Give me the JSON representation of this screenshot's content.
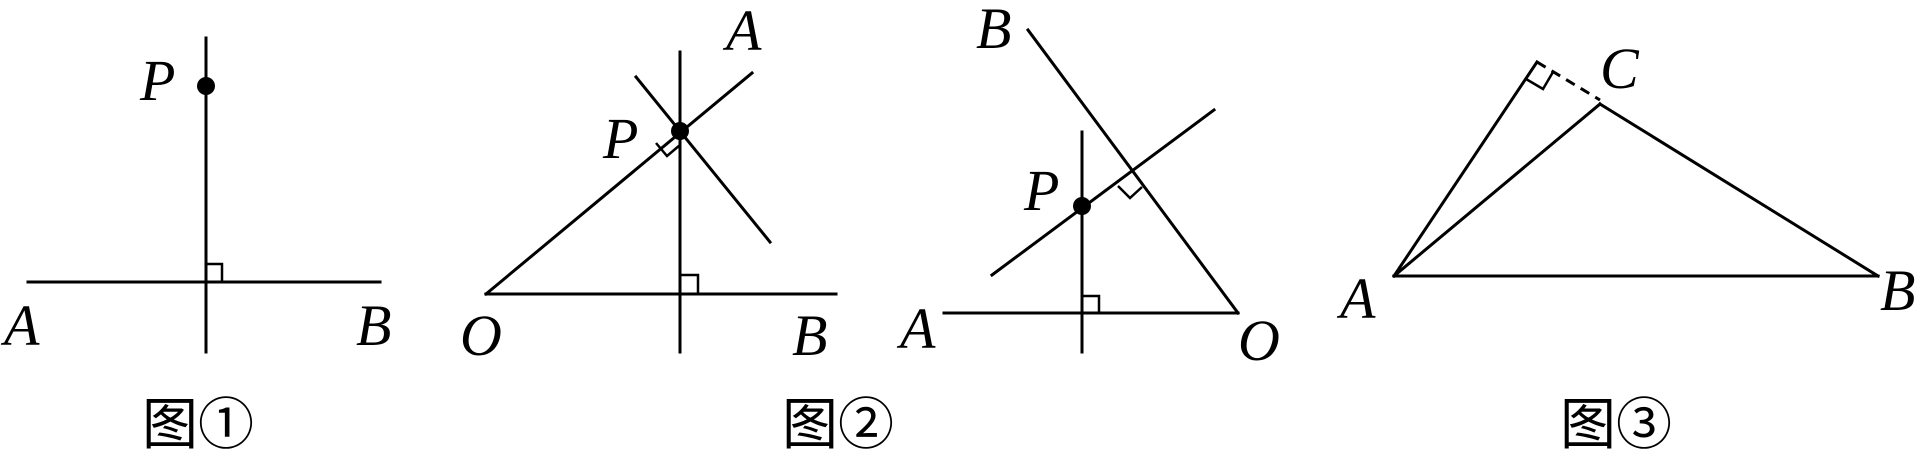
{
  "figures": [
    {
      "caption": "图①",
      "labels": {
        "P": "P",
        "A": "A",
        "B": "B"
      }
    },
    {
      "caption": "图②",
      "labels": {
        "A": "A",
        "P": "P",
        "O": "O",
        "B": "B"
      }
    },
    {
      "caption": "图②",
      "labels": {
        "B": "B",
        "P": "P",
        "A": "A",
        "O": "O"
      }
    },
    {
      "caption": "图③",
      "labels": {
        "C": "C",
        "A": "A",
        "B": "B"
      }
    }
  ]
}
